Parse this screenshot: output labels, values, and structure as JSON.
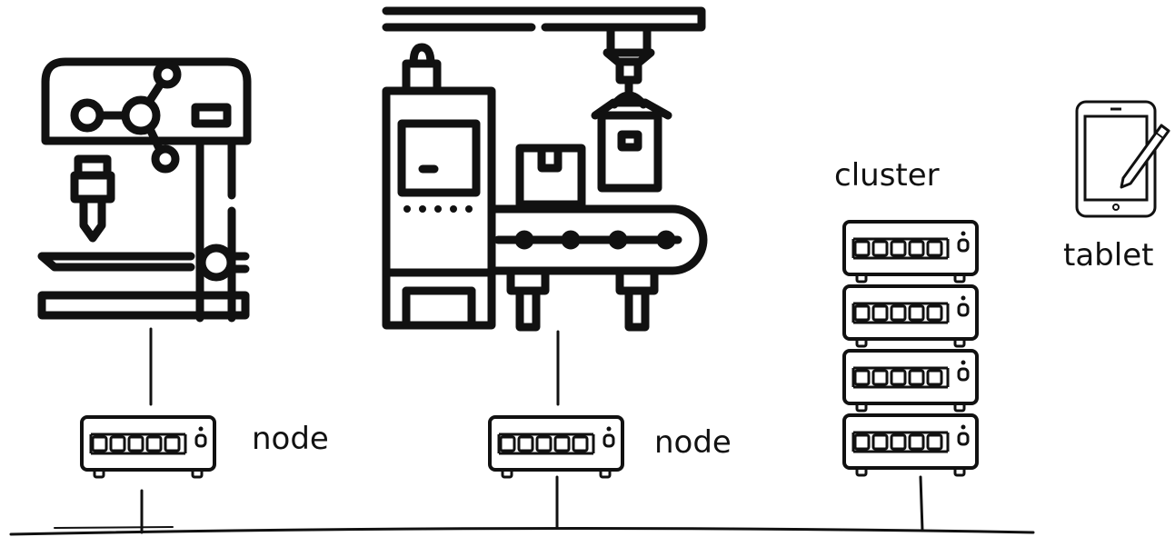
{
  "diagram": {
    "labels": {
      "node_left": "node",
      "node_middle": "node",
      "cluster": "cluster",
      "tablet": "tablet"
    },
    "icons": {
      "drill_press": "drill-press-icon",
      "assembly_line": "conveyor-assembly-line-icon",
      "server": "server-node-icon",
      "tablet": "tablet-with-stylus-icon"
    },
    "cluster_server_count": 4
  }
}
